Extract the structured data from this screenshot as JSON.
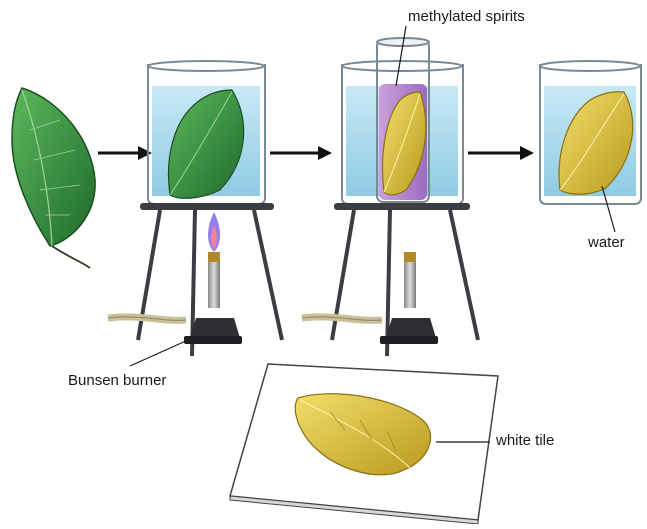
{
  "labels": {
    "methylated_spirits": "methylated spirits",
    "water": "water",
    "bunsen_burner": "Bunsen burner",
    "white_tile": "white tile"
  },
  "colors": {
    "leaf_green": "#2f8a3c",
    "leaf_yellow": "#d9c23a",
    "water_blue": "#a8d8ea",
    "spirits_purple": "#b98ad0",
    "stand_dark": "#3a3d42",
    "hose": "#c9bf98",
    "flame": "#7b68ee"
  }
}
